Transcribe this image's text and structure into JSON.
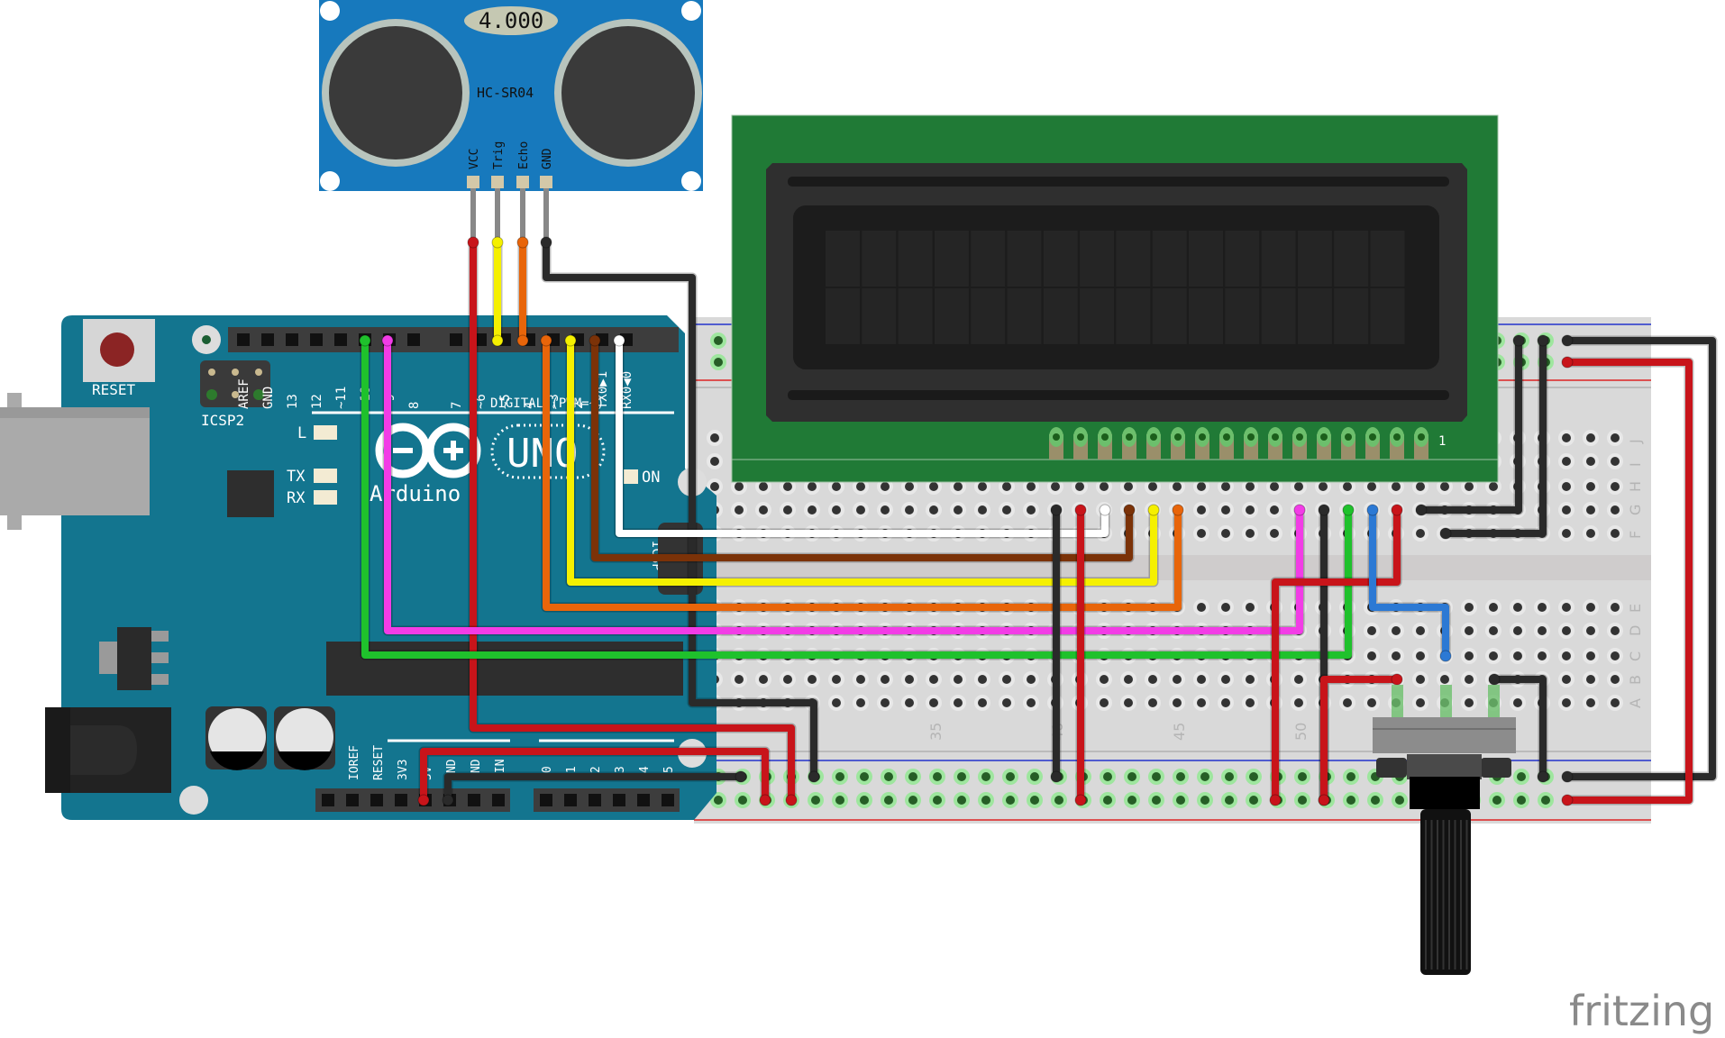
{
  "app": {
    "watermark": "fritzing"
  },
  "sensor": {
    "model": "HC-SR04",
    "display": "4.000",
    "pins": [
      "VCC",
      "Trig",
      "Echo",
      "GND"
    ],
    "colors": {
      "board": "#1779bd",
      "transducer": "#3a3a3a",
      "ring": "#b8c4bd"
    }
  },
  "arduino": {
    "brand": "Arduino",
    "model": "UNO",
    "reset_label": "RESET",
    "icsp_label": "ICSP2",
    "led_labels": [
      "L",
      "TX",
      "RX"
    ],
    "on_label": "ON",
    "digital_label": "DIGITAL (PWM=~)",
    "icsp_side_label": "ICSP",
    "digital_pins": [
      "AREF",
      "GND",
      "13",
      "12",
      "~11",
      "~10",
      "~9",
      "8",
      "7",
      "~6",
      "~5",
      "4",
      "~3",
      "2",
      "TX0▶1",
      "RX0◀0"
    ],
    "power_pins": [
      "IOREF",
      "RESET",
      "3V3",
      "5V",
      "GND",
      "GND",
      "VIN"
    ],
    "analog_pins": [
      "A0",
      "A1",
      "A2",
      "A3",
      "A4",
      "A5"
    ],
    "colors": {
      "board": "#13758f",
      "header": "#3d3d3d"
    }
  },
  "lcd": {
    "type": "16x2 LCD",
    "columns": 16,
    "rows": 2,
    "pin_count": 16,
    "pin1_label": "1",
    "colors": {
      "pcb": "#207a36",
      "bezel": "#2f2f2f",
      "glass": "#1c1c1c"
    }
  },
  "breadboard": {
    "row_labels_top": [
      "J",
      "I",
      "H",
      "G",
      "F"
    ],
    "row_labels_bottom": [
      "E",
      "D",
      "C",
      "B",
      "A"
    ],
    "column_numbers": [
      "35",
      "40",
      "45",
      "50"
    ],
    "colors": {
      "body": "#d9d9d9",
      "rail_pos": "#d22",
      "rail_neg": "#22c"
    }
  },
  "potentiometer": {
    "type": "rotary potentiometer",
    "pins": 3
  },
  "wires": [
    {
      "name": "sensor-vcc-5v",
      "color": "#c8141a"
    },
    {
      "name": "sensor-trig-pin7",
      "color": "#f5f000"
    },
    {
      "name": "sensor-echo-pin6",
      "color": "#e8650a"
    },
    {
      "name": "sensor-gnd",
      "color": "#2a2a2a"
    },
    {
      "name": "lcd-d7-pin12",
      "color": "#1fc12c"
    },
    {
      "name": "lcd-d6-pin11",
      "color": "#f23ce6"
    },
    {
      "name": "lcd-d5-pin5",
      "color": "#e8650a"
    },
    {
      "name": "lcd-d4-pin4",
      "color": "#f5f000"
    },
    {
      "name": "lcd-e-pin3",
      "color": "#7b3208"
    },
    {
      "name": "lcd-rs-pin2",
      "color": "#ffffff"
    },
    {
      "name": "pot-wiper-lcd-v0",
      "color": "#2c79d4"
    }
  ]
}
